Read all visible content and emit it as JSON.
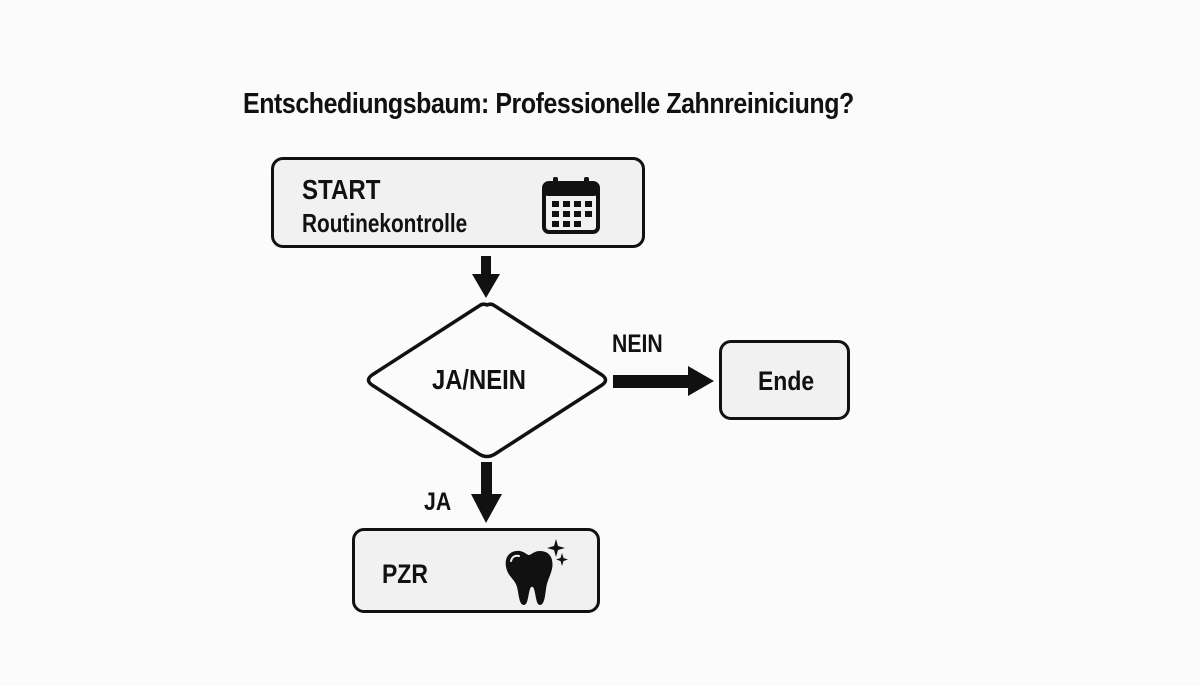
{
  "title": "Entschediungsbaum: Professionelle Zahnreiniciung?",
  "nodes": {
    "start": {
      "line1": "START",
      "line2": "Routinekontrolle",
      "icon": "calendar-icon"
    },
    "decision": {
      "label": "JA/NEIN"
    },
    "end": {
      "label": "Ende"
    },
    "pzr": {
      "label": "PZR",
      "icon": "sparkling-tooth-icon"
    }
  },
  "edges": {
    "start_to_decision": {
      "label": ""
    },
    "no": {
      "label": "NEIN"
    },
    "yes": {
      "label": "JA"
    }
  },
  "colors": {
    "background": "#fbfbfb",
    "box_fill": "#f1f1f1",
    "stroke": "#111111"
  }
}
